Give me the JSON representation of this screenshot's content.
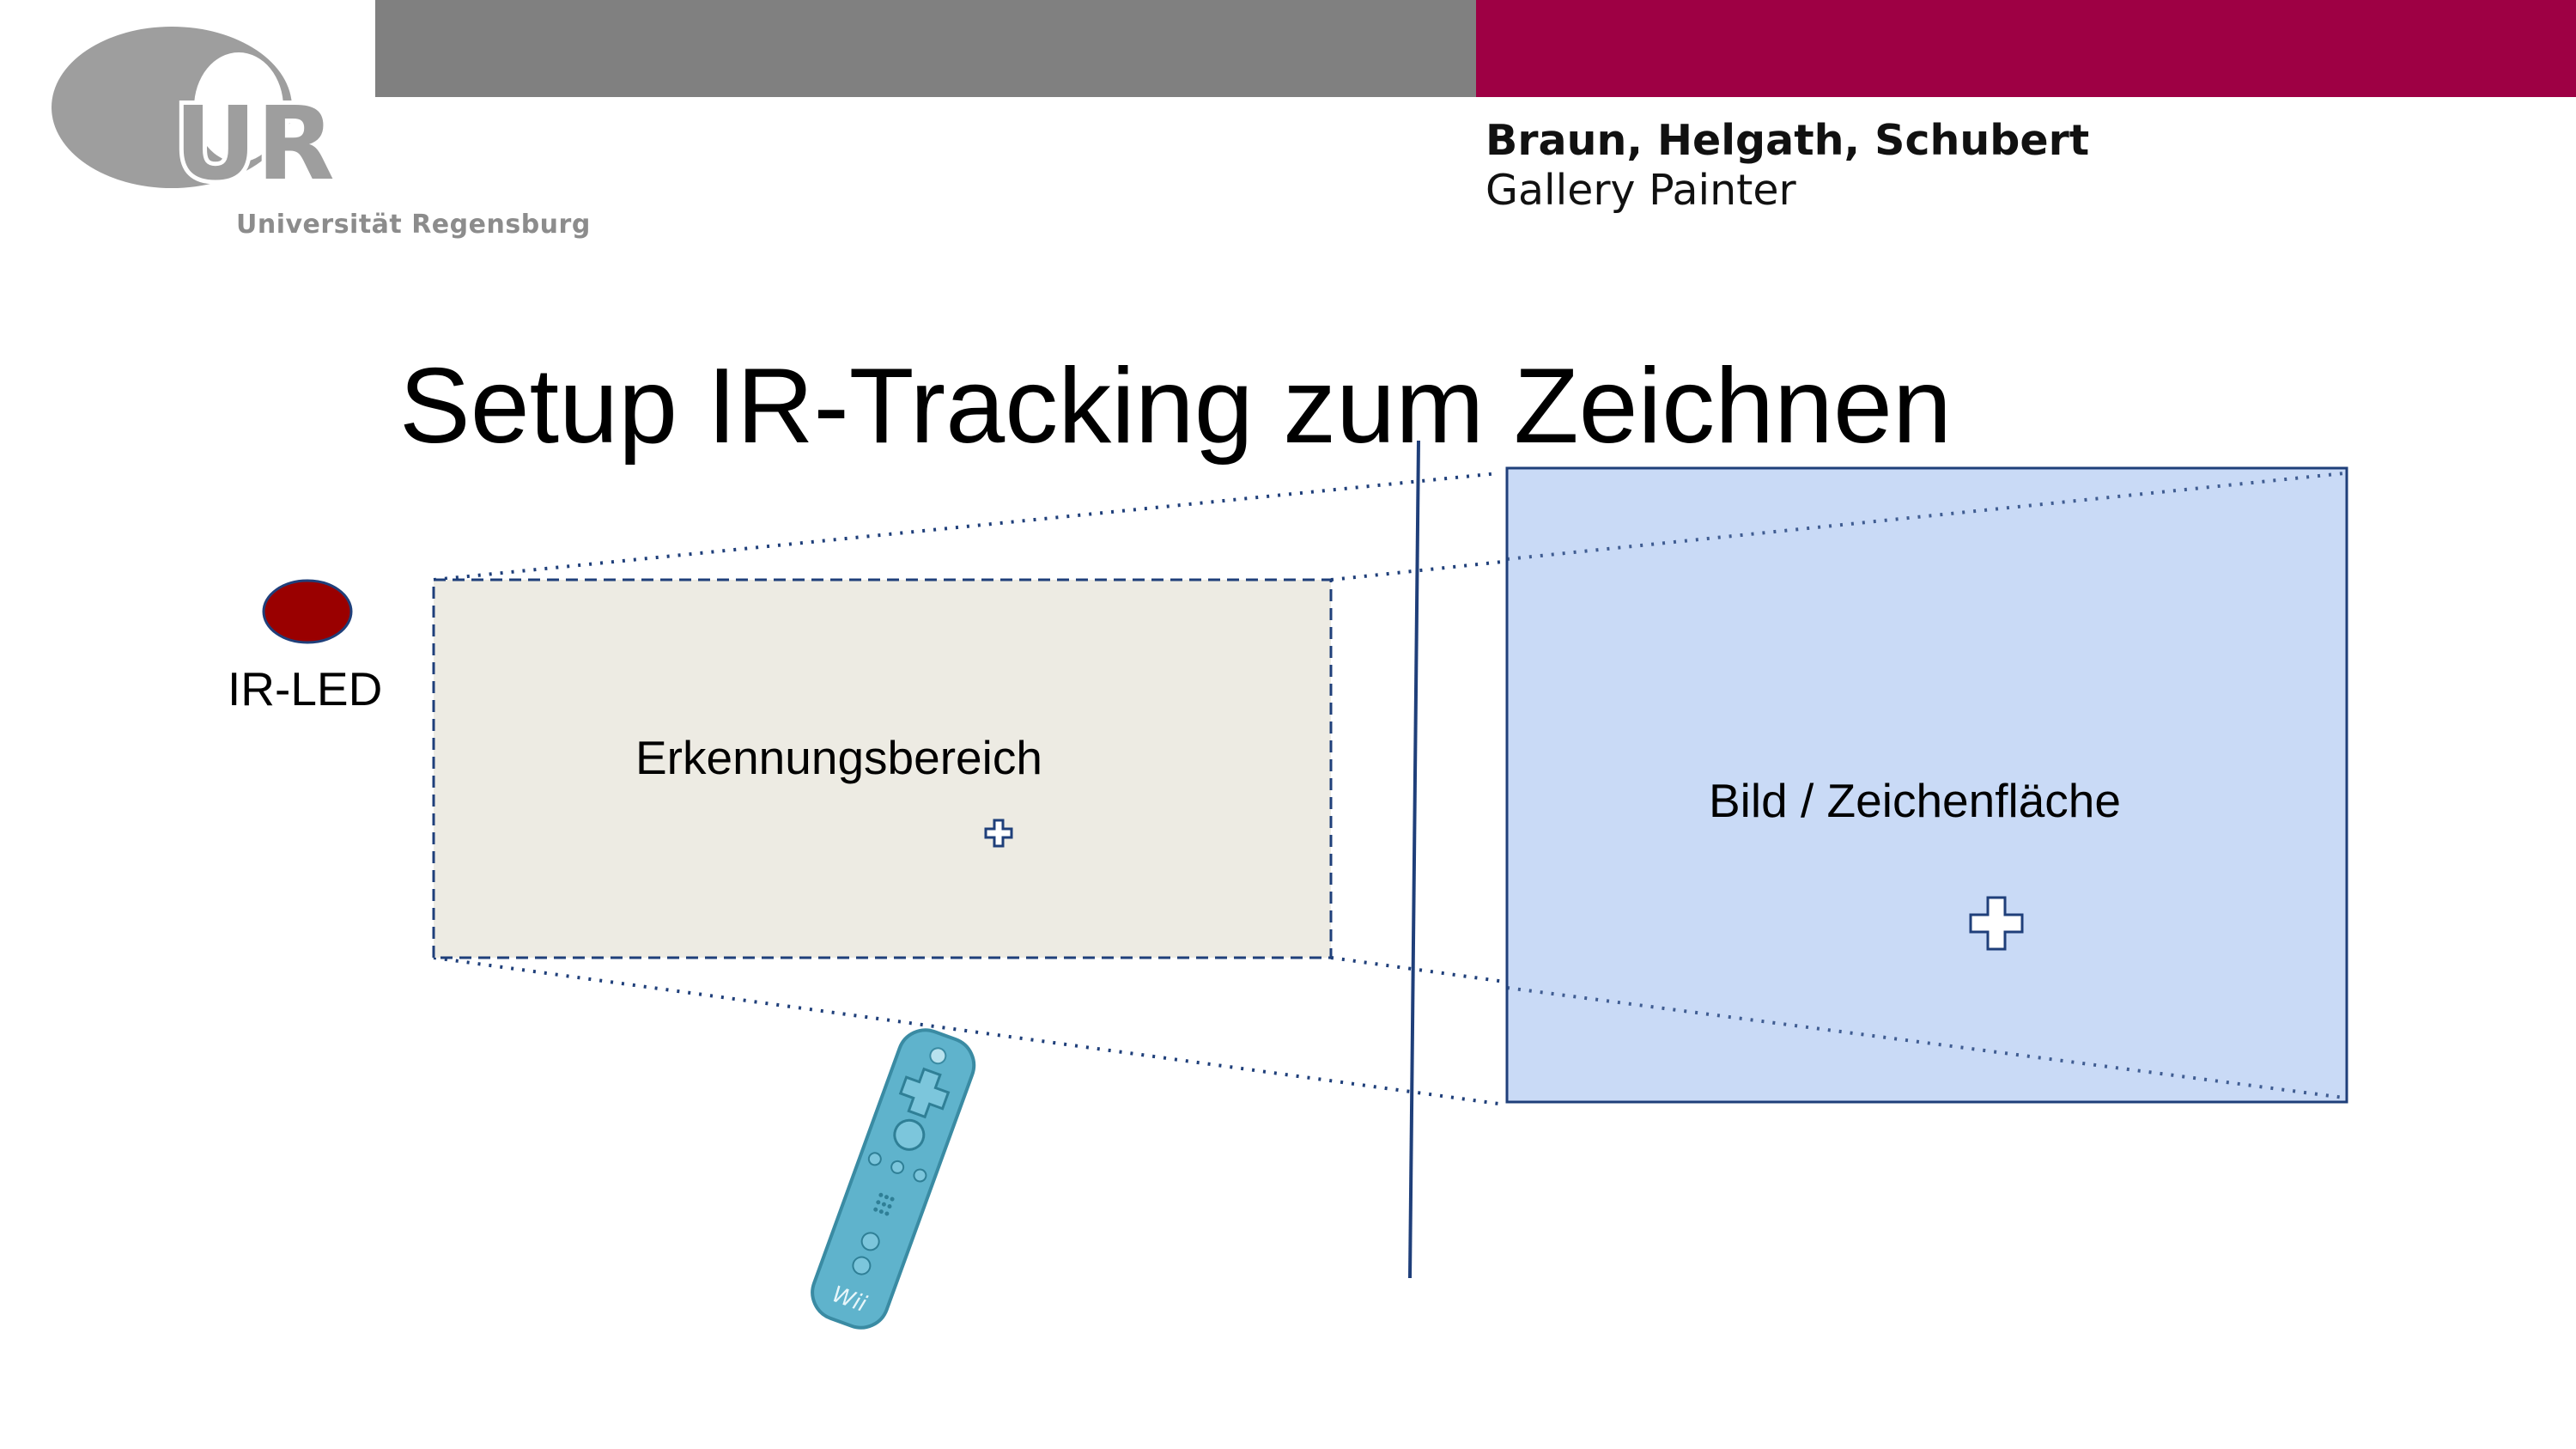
{
  "header": {
    "logo_letters": "UR",
    "university": "Universität Regensburg",
    "authors": "Braun, Helgath, Schubert",
    "project": "Gallery Painter",
    "colors": {
      "bar_gray": "#808080",
      "bar_red": "#9e0044"
    }
  },
  "slide": {
    "title": "Setup IR-Tracking zum Zeichnen"
  },
  "diagram": {
    "led_label": "IR-LED",
    "detection_label": "Erkennungsbereich",
    "canvas_label": "Bild / Zeichenfläche",
    "device_label": "Wii",
    "colors": {
      "led": "#9a0000",
      "detection_fill": "#edebe3",
      "canvas_fill": "#c9daf6",
      "outline": "#1f3f7a",
      "remote": "#5fb3cc"
    }
  }
}
